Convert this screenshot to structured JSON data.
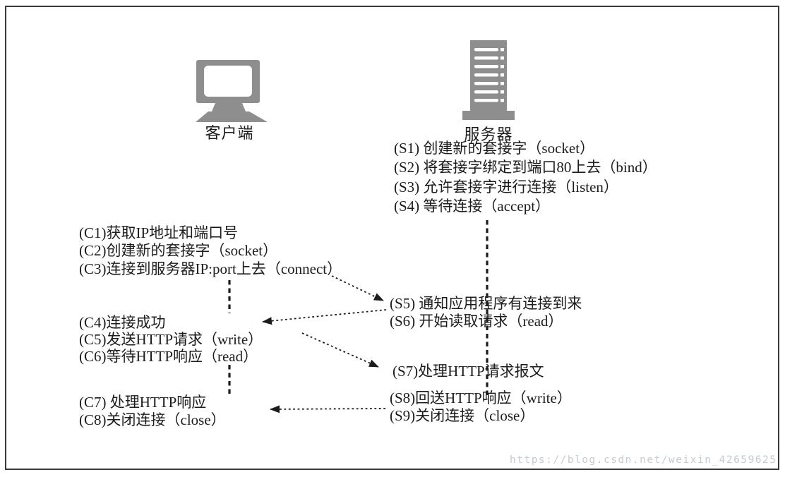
{
  "client": {
    "label": "客户端",
    "phase1": [
      "(C1)获取IP地址和端口号",
      "(C2)创建新的套接字（socket）",
      "(C3)连接到服务器IP:port上去（connect）"
    ],
    "phase2": [
      "(C4)连接成功",
      "(C5)发送HTTP请求（write）",
      "(C6)等待HTTP响应（read）"
    ],
    "phase3": [
      "(C7) 处理HTTP响应",
      "(C8)关闭连接（close）"
    ]
  },
  "server": {
    "label": "服务器",
    "phase1": [
      "(S1) 创建新的套接字（socket）",
      "(S2) 将套接字绑定到端口80上去（bind）",
      "(S3) 允许套接字进行连接（listen）",
      "(S4) 等待连接（accept）"
    ],
    "phase2": [
      "(S5) 通知应用程序有连接到来",
      "(S6) 开始读取请求（read）"
    ],
    "phase3": [
      "(S7)处理HTTP请求报文"
    ],
    "phase4": [
      "(S8)回送HTTP响应（write）",
      "(S9)关闭连接（close）"
    ]
  },
  "watermark": "https://blog.csdn.net/weixin_42659625",
  "colors": {
    "icon_gray": "#8e8e8e",
    "line_black": "#1c1c1c",
    "border_gray": "#3a3a3a",
    "watermark_gray": "#c6cbcf"
  }
}
